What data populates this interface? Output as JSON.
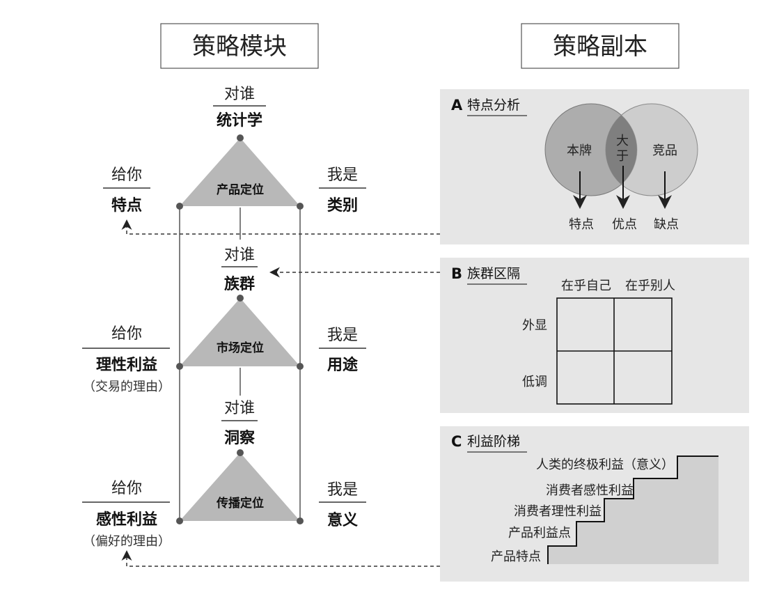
{
  "titles": {
    "left": "策略模块",
    "right": "策略副本"
  },
  "strategy": {
    "top": {
      "who": "对谁",
      "answer": "统计学",
      "triangle": "产品定位",
      "give": "给你",
      "give_answer": "特点",
      "iam": "我是",
      "iam_answer": "类别"
    },
    "middle": {
      "who": "对谁",
      "answer": "族群",
      "triangle": "市场定位",
      "give": "给你",
      "give_answer": "理性利益",
      "give_note": "（交易的理由）",
      "iam": "我是",
      "iam_answer": "用途"
    },
    "bottom": {
      "who": "对谁",
      "answer": "洞察",
      "triangle": "传播定位",
      "give": "给你",
      "give_answer": "感性利益",
      "give_note": "（偏好的理由）",
      "iam": "我是",
      "iam_answer": "意义"
    }
  },
  "panel_a": {
    "letter": "A",
    "heading": "特点分析",
    "circle_left": "本牌",
    "overlap_top": "大",
    "overlap_bottom": "于",
    "circle_right": "竞品",
    "out_1": "特点",
    "out_2": "优点",
    "out_3": "缺点"
  },
  "panel_b": {
    "letter": "B",
    "heading": "族群区隔",
    "col_1": "在乎自己",
    "col_2": "在乎别人",
    "row_1": "外显",
    "row_2": "低调"
  },
  "panel_c": {
    "letter": "C",
    "heading": "利益阶梯",
    "steps": [
      "产品特点",
      "产品利益点",
      "消费者理性利益",
      "消费者感性利益",
      "人类的终极利益（意义）"
    ]
  },
  "colors": {
    "panel_bg": "#e6e6e6",
    "triangle_fill": "#b8b8b8",
    "circle_fill": "#9a9a9a",
    "overlap_fill": "#7f7f7f",
    "stair_fill": "#d0d0d0",
    "line": "#555555"
  }
}
